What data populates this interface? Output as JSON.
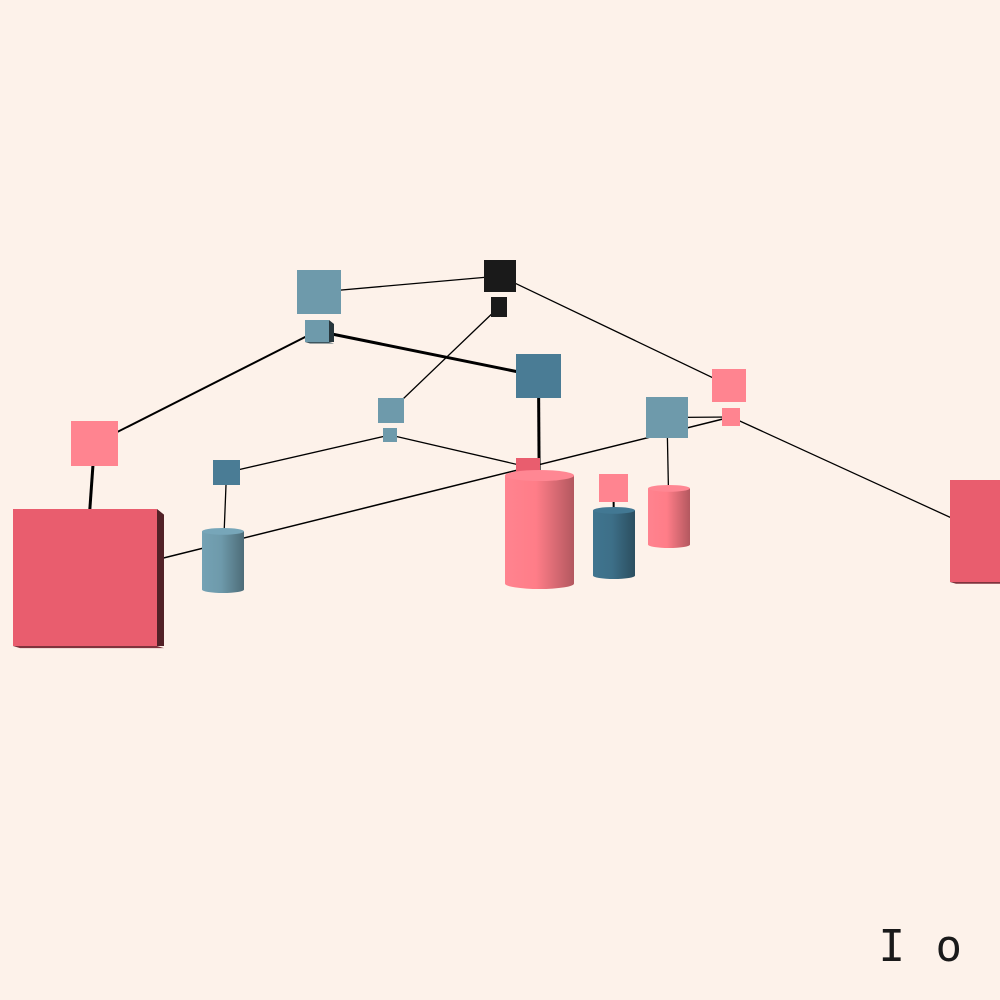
{
  "corner_text": "I o",
  "colors": {
    "background": "#fdf2ea",
    "pink_light": "#ff8490",
    "pink_mid": "#ff7d88",
    "red": "#e95d6e",
    "blue_light": "#6e9aab",
    "blue_dark": "#4a7c95",
    "blue_deep": "#3d6f88",
    "black": "#1a1a1a",
    "edge": "#000000"
  },
  "nodes": [
    {
      "id": "n1",
      "shape": "cube",
      "color": "blue_light"
    },
    {
      "id": "n2",
      "shape": "cube",
      "color": "blue_light"
    },
    {
      "id": "n3",
      "shape": "cube",
      "color": "black"
    },
    {
      "id": "n4",
      "shape": "cube",
      "color": "black"
    },
    {
      "id": "n5",
      "shape": "cube",
      "color": "blue_dark"
    },
    {
      "id": "n6",
      "shape": "cube",
      "color": "pink_light"
    },
    {
      "id": "n7",
      "shape": "cube",
      "color": "pink_light"
    },
    {
      "id": "n8",
      "shape": "cube",
      "color": "blue_light"
    },
    {
      "id": "n9",
      "shape": "cube",
      "color": "blue_light"
    },
    {
      "id": "n10",
      "shape": "cube",
      "color": "blue_dark"
    },
    {
      "id": "n11",
      "shape": "cube",
      "color": "blue_light"
    },
    {
      "id": "n12",
      "shape": "cube",
      "color": "pink_light"
    },
    {
      "id": "n13",
      "shape": "cube",
      "color": "pink_light"
    },
    {
      "id": "n14",
      "shape": "cube",
      "color": "red"
    },
    {
      "id": "n15",
      "shape": "cube",
      "color": "pink_light"
    },
    {
      "id": "n16",
      "shape": "box",
      "color": "red"
    },
    {
      "id": "n17",
      "shape": "box",
      "color": "red"
    },
    {
      "id": "c1",
      "shape": "cylinder",
      "color": "blue_light"
    },
    {
      "id": "c2",
      "shape": "cylinder",
      "color": "pink_mid"
    },
    {
      "id": "c3",
      "shape": "cylinder",
      "color": "blue_deep"
    },
    {
      "id": "c4",
      "shape": "cylinder",
      "color": "pink_mid"
    }
  ],
  "edges": [
    [
      "n1",
      "n3"
    ],
    [
      "n2",
      "n5"
    ],
    [
      "n2",
      "n6"
    ],
    [
      "n3",
      "n7"
    ],
    [
      "n4",
      "n8"
    ],
    [
      "n9",
      "n10"
    ],
    [
      "n9",
      "n14"
    ],
    [
      "n13",
      "n16"
    ],
    [
      "n15",
      "n11"
    ],
    [
      "n15",
      "n17"
    ],
    [
      "n6",
      "n16"
    ],
    [
      "n10",
      "c1"
    ],
    [
      "n5",
      "c2"
    ],
    [
      "n12",
      "c3"
    ],
    [
      "n11",
      "c4"
    ]
  ]
}
